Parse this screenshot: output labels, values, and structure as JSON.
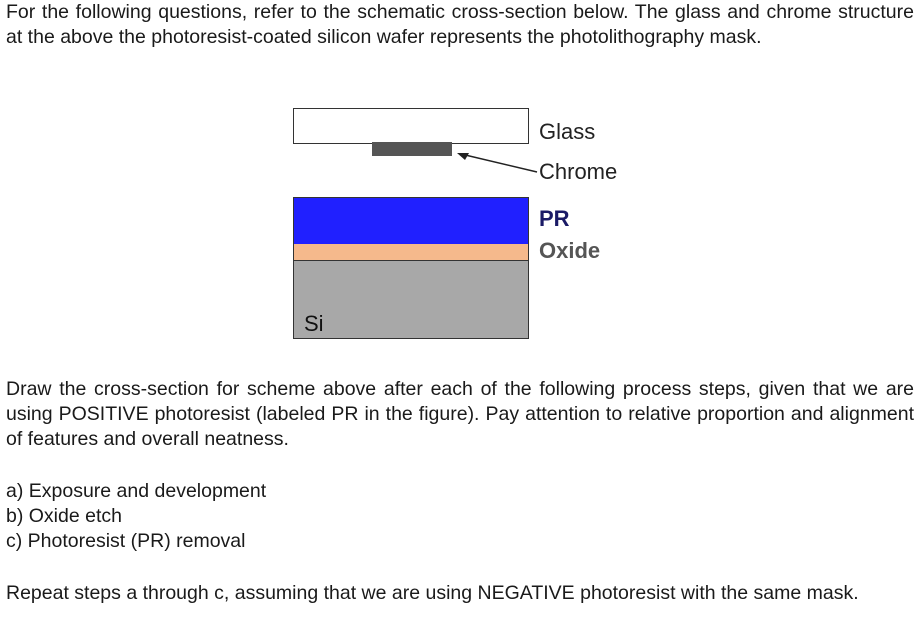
{
  "intro_text": "For the following questions, refer to the schematic cross-section below. The glass and chrome structure at the above the photoresist-coated silicon wafer represents the photolithography mask.",
  "diagram": {
    "labels": {
      "glass": "Glass",
      "chrome": "Chrome",
      "pr": "PR",
      "oxide": "Oxide",
      "si": "Si"
    },
    "colors": {
      "glass": "#ffffff",
      "chrome": "#555555",
      "pr": "#2020ff",
      "oxide": "#f5b98c",
      "si": "#a8a8a8"
    }
  },
  "instructions_text": "Draw the cross-section for scheme above after each of the following process steps, given that we are using POSITIVE photoresist (labeled PR in the figure). Pay attention to relative proportion and alignment of features and overall neatness.",
  "steps": [
    "a) Exposure and development",
    "b) Oxide etch",
    "c) Photoresist (PR) removal"
  ],
  "repeat_text": "Repeat steps a through c, assuming that we are using NEGATIVE photoresist with the same mask."
}
